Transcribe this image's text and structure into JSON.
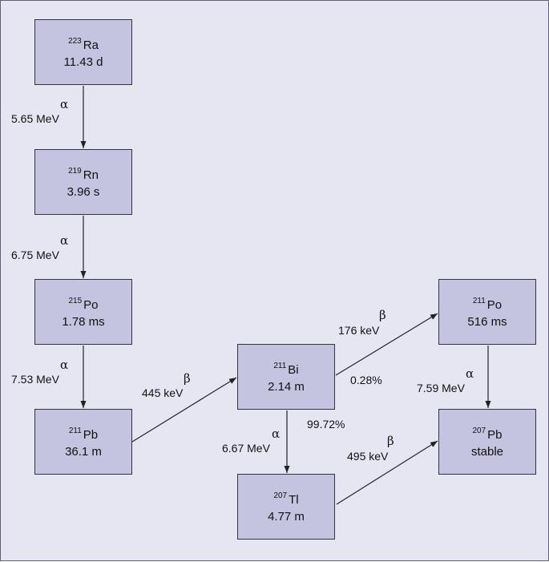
{
  "nuclides": {
    "ra223": {
      "mass": "223",
      "element": "Ra",
      "half_life": "11.43 d"
    },
    "rn219": {
      "mass": "219",
      "element": "Rn",
      "half_life": "3.96 s"
    },
    "po215": {
      "mass": "215",
      "element": "Po",
      "half_life": "1.78 ms"
    },
    "pb211": {
      "mass": "211",
      "element": "Pb",
      "half_life": "36.1 m"
    },
    "bi211": {
      "mass": "211",
      "element": "Bi",
      "half_life": "2.14 m"
    },
    "po211": {
      "mass": "211",
      "element": "Po",
      "half_life": "516 ms"
    },
    "tl207": {
      "mass": "207",
      "element": "Tl",
      "half_life": "4.77 m"
    },
    "pb207": {
      "mass": "207",
      "element": "Pb",
      "half_life": "stable"
    }
  },
  "decays": {
    "ra_rn": {
      "mode": "α",
      "energy": "5.65 MeV"
    },
    "rn_po": {
      "mode": "α",
      "energy": "6.75 MeV"
    },
    "po_pb": {
      "mode": "α",
      "energy": "7.53 MeV"
    },
    "pb_bi": {
      "mode": "β",
      "energy": "445 keV"
    },
    "bi_po": {
      "mode": "β",
      "energy": "176 keV",
      "branch": "0.28%"
    },
    "bi_tl": {
      "mode": "α",
      "energy": "6.67 MeV",
      "branch": "99.72%"
    },
    "po_pb207": {
      "mode": "α",
      "energy": "7.59 MeV"
    },
    "tl_pb": {
      "mode": "β",
      "energy": "495 keV"
    }
  },
  "colors": {
    "panel": "#e6e6f3",
    "box": "#c4c4e0",
    "line": "#222222"
  }
}
